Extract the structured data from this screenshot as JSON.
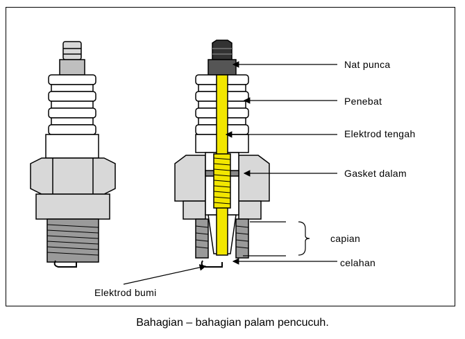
{
  "labels": {
    "nat_punca": "Nat punca",
    "penebat": "Penebat",
    "elektrod_tengah": "Elektrod tengah",
    "gasket_dalam": "Gasket dalam",
    "capian": "capian",
    "celahan": "celahan",
    "elektrod_bumi": "Elektrod bumi"
  },
  "caption": "Bahagian – bahagian palam pencucuh.",
  "colors": {
    "center_electrode": "#f2e600",
    "insulator": "#ffffff",
    "body": "#d8d8d8",
    "outline": "#000000"
  }
}
